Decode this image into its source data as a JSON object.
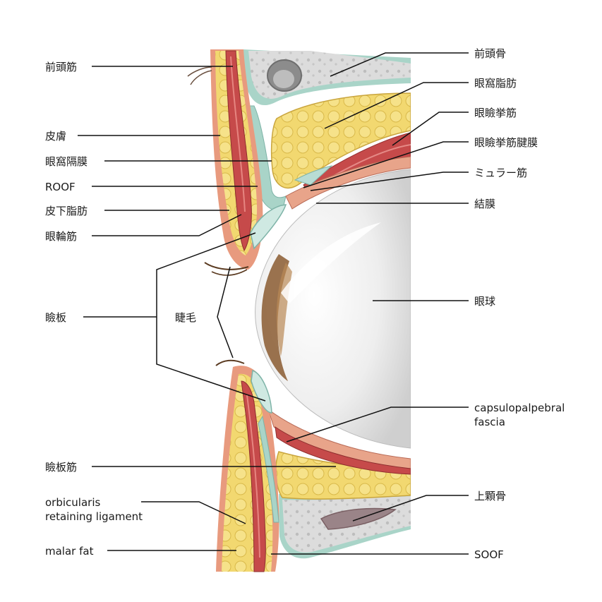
{
  "labels": {
    "frontalis": "前頭筋",
    "skin": "皮膚",
    "orbital_septum": "眼窩隔膜",
    "roof": "ROOF",
    "subcutaneous_fat": "皮下脂肪",
    "orbicularis_oculi": "眼輪筋",
    "tarsus": "瞼板",
    "eyelashes": "睫毛",
    "tarsal_muscle": "瞼板筋",
    "orbicularis_retaining_ligament_line1": "orbicularis",
    "orbicularis_retaining_ligament_line2": "retaining ligament",
    "malar_fat": "malar fat",
    "frontal_bone": "前頭骨",
    "orbital_fat": "眼窩脂肪",
    "levator_muscle": "眼瞼挙筋",
    "levator_aponeurosis": "眼瞼挙筋腱膜",
    "muller_muscle": "ミュラー筋",
    "conjunctiva": "結膜",
    "eyeball": "眼球",
    "capsulopalpebral_fascia_line1": "capsulopalpebral",
    "capsulopalpebral_fascia_line2": "fascia",
    "maxilla": "上顆骨",
    "soof": "SOOF"
  },
  "colors": {
    "fat": "#f2d870",
    "fat_edge": "#d8b848",
    "muscle": "#c8484a",
    "skin": "#e89878",
    "bone": "#d9d9d9",
    "fascia": "#b8dcd4",
    "eyeball": "#ececec",
    "iris": "#8a5a30"
  }
}
